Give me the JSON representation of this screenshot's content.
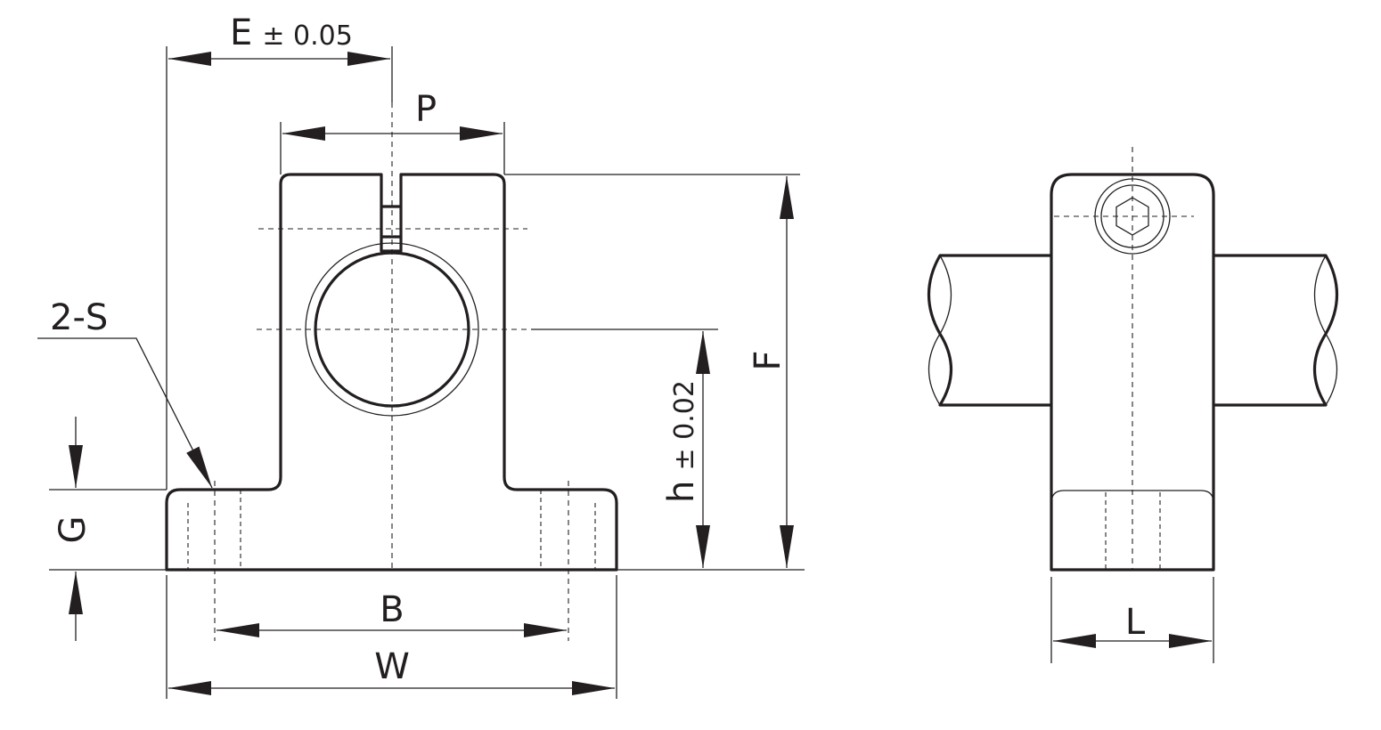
{
  "dimensions": {
    "E": {
      "letter": "E",
      "tol": "± 0.05"
    },
    "P": {
      "letter": "P"
    },
    "S": {
      "letter": "2-S"
    },
    "F": {
      "letter": "F"
    },
    "h": {
      "letter": "h",
      "tol": "± 0.02"
    },
    "G": {
      "letter": "G"
    },
    "B": {
      "letter": "B"
    },
    "W": {
      "letter": "W"
    },
    "L": {
      "letter": "L"
    }
  },
  "colors": {
    "ink": "#231f20",
    "background": "#ffffff"
  }
}
